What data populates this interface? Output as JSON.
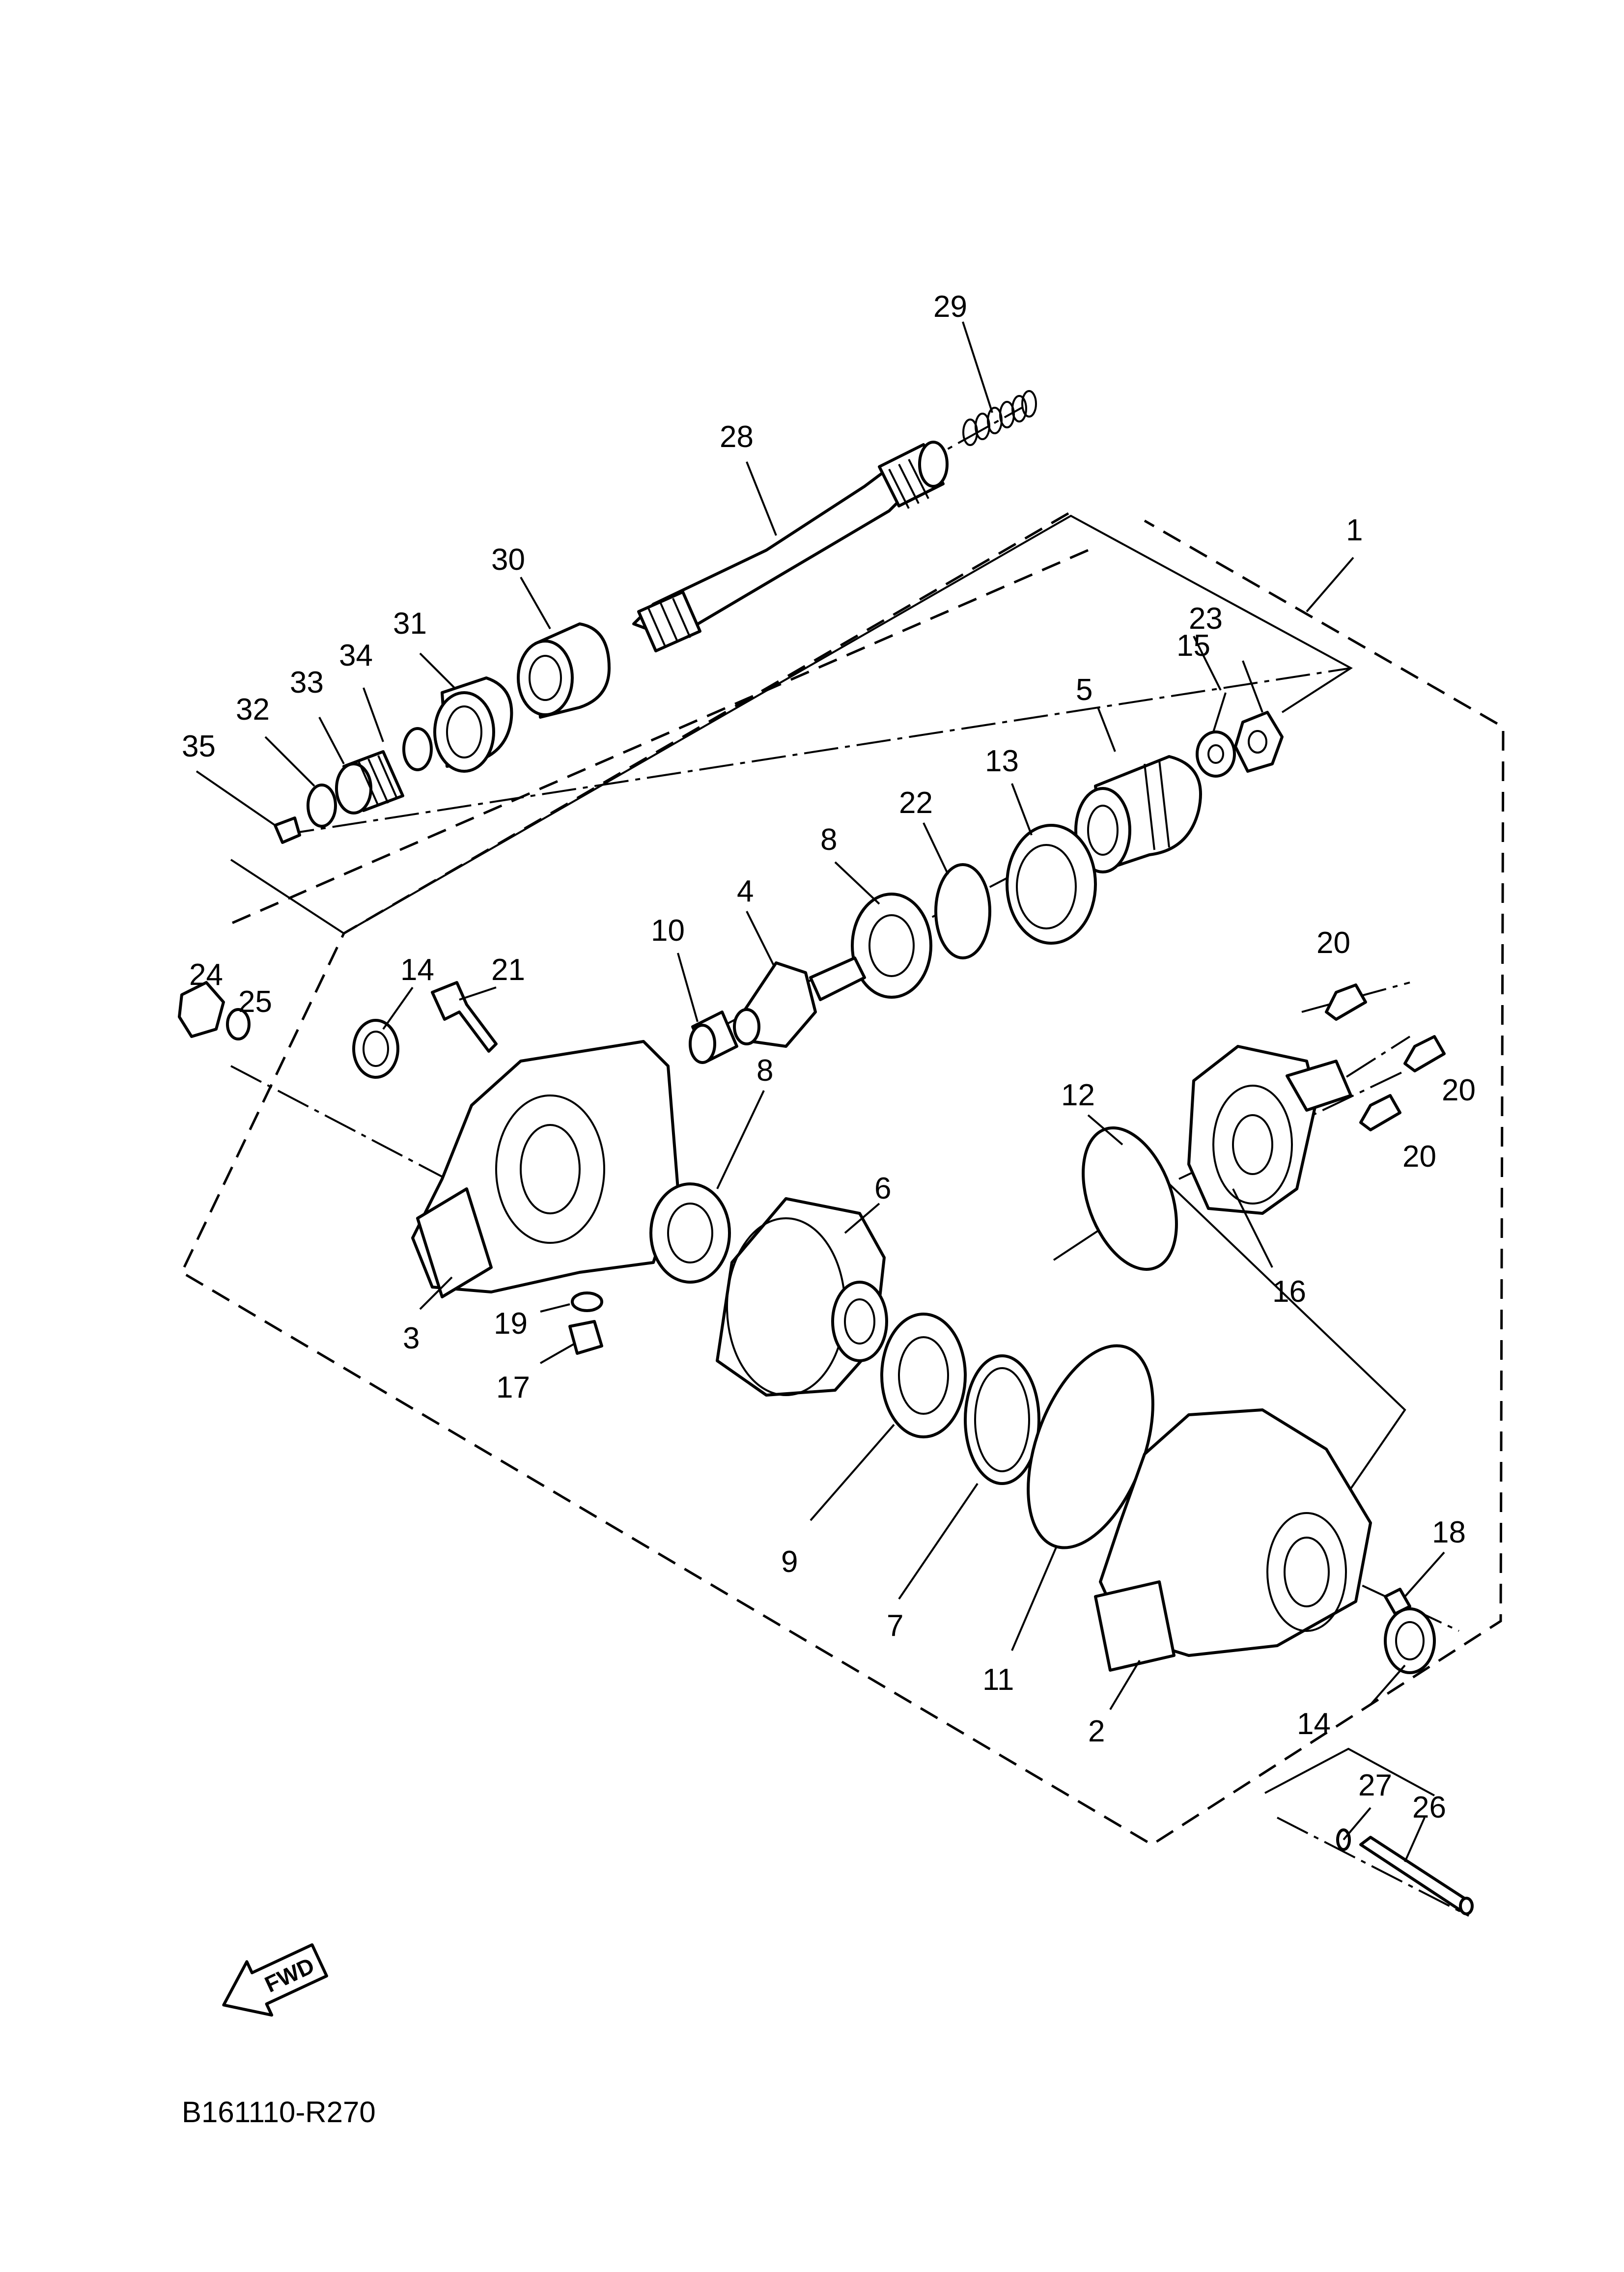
{
  "diagram": {
    "part_numbers": [
      "1",
      "2",
      "3",
      "4",
      "5",
      "6",
      "7",
      "8",
      "8",
      "9",
      "10",
      "11",
      "12",
      "13",
      "14",
      "14",
      "15",
      "16",
      "17",
      "18",
      "19",
      "20",
      "20",
      "20",
      "21",
      "22",
      "23",
      "24",
      "25",
      "26",
      "27",
      "28",
      "29",
      "30",
      "31",
      "32",
      "33",
      "34",
      "35"
    ],
    "fwd_label": "FWD",
    "drawing_code": "B161110-R270",
    "line_color": "#000000",
    "background_color": "#ffffff"
  }
}
